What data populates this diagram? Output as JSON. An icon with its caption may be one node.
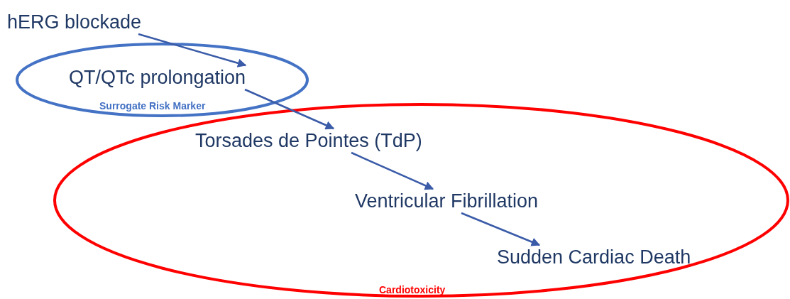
{
  "diagram": {
    "nodes": [
      {
        "text": [
          "hERG blockade"
        ]
      },
      {
        "text": [
          "Surrogate Risk Marker"
        ]
      },
      {
        "text": [
          "QT/QTc prolongation"
        ],
        "in": 1
      },
      {
        "text": [
          "Cardiotoxicity"
        ]
      },
      {
        "text": [
          "Torsades de Pointes (TdP)"
        ],
        "in": 3
      },
      {
        "text": [
          "Ventricular Fibrillation"
        ],
        "in": 3
      },
      {
        "text": [
          "Sudden Cardiac Death"
        ],
        "in": 3
      }
    ],
    "edges": [
      {
        "from": 0,
        "to": 2,
        "arrow": "to"
      },
      {
        "from": 2,
        "to": 4,
        "arrow": "to"
      },
      {
        "from": 4,
        "to": 5,
        "arrow": "to"
      },
      {
        "from": 5,
        "to": 6,
        "arrow": "to"
      }
    ]
  }
}
